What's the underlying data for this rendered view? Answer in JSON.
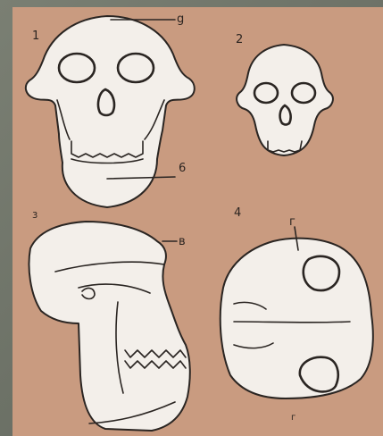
{
  "figure": {
    "panel_numbers": [
      "1",
      "2",
      "3",
      "4"
    ],
    "callouts": {
      "skull1_top": "g",
      "skull1_jaw": "6",
      "skull3_brow": "в",
      "skull4_top": "г",
      "skull4_bottom": "г"
    }
  },
  "colors": {
    "background_plate": "#c99b80",
    "bone": "#f3efea",
    "ink": "#2a2522",
    "frame": "#6f7468"
  }
}
